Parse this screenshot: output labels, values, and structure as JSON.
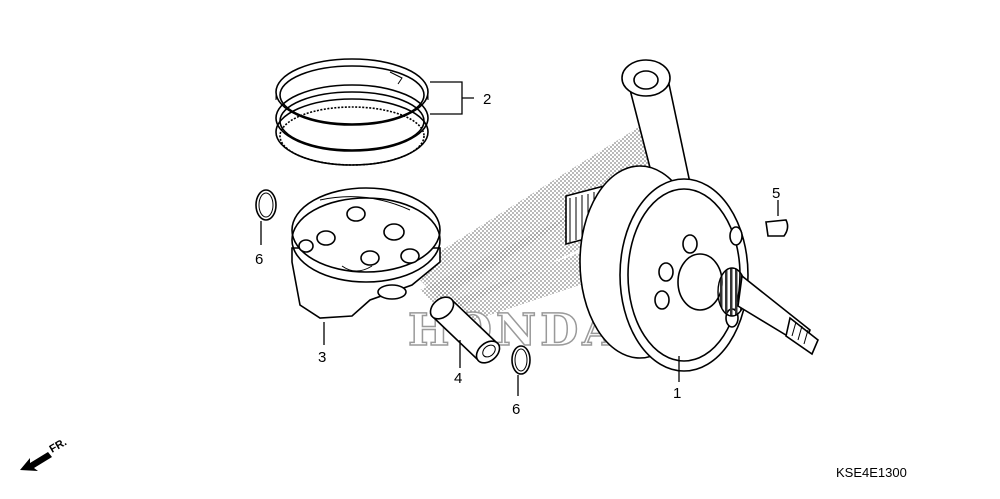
{
  "parts": [
    {
      "ref": "1",
      "name": "crankshaft"
    },
    {
      "ref": "2",
      "name": "piston-ring-set"
    },
    {
      "ref": "3",
      "name": "piston"
    },
    {
      "ref": "4",
      "name": "piston-pin"
    },
    {
      "ref": "5",
      "name": "woodruff-key"
    },
    {
      "ref": "6",
      "name": "piston-pin-clip-left"
    },
    {
      "ref": "6",
      "name": "piston-pin-clip-right"
    }
  ],
  "watermark": "HONDA",
  "direction_label": "FR.",
  "diagram_code": "KSE4E1300"
}
